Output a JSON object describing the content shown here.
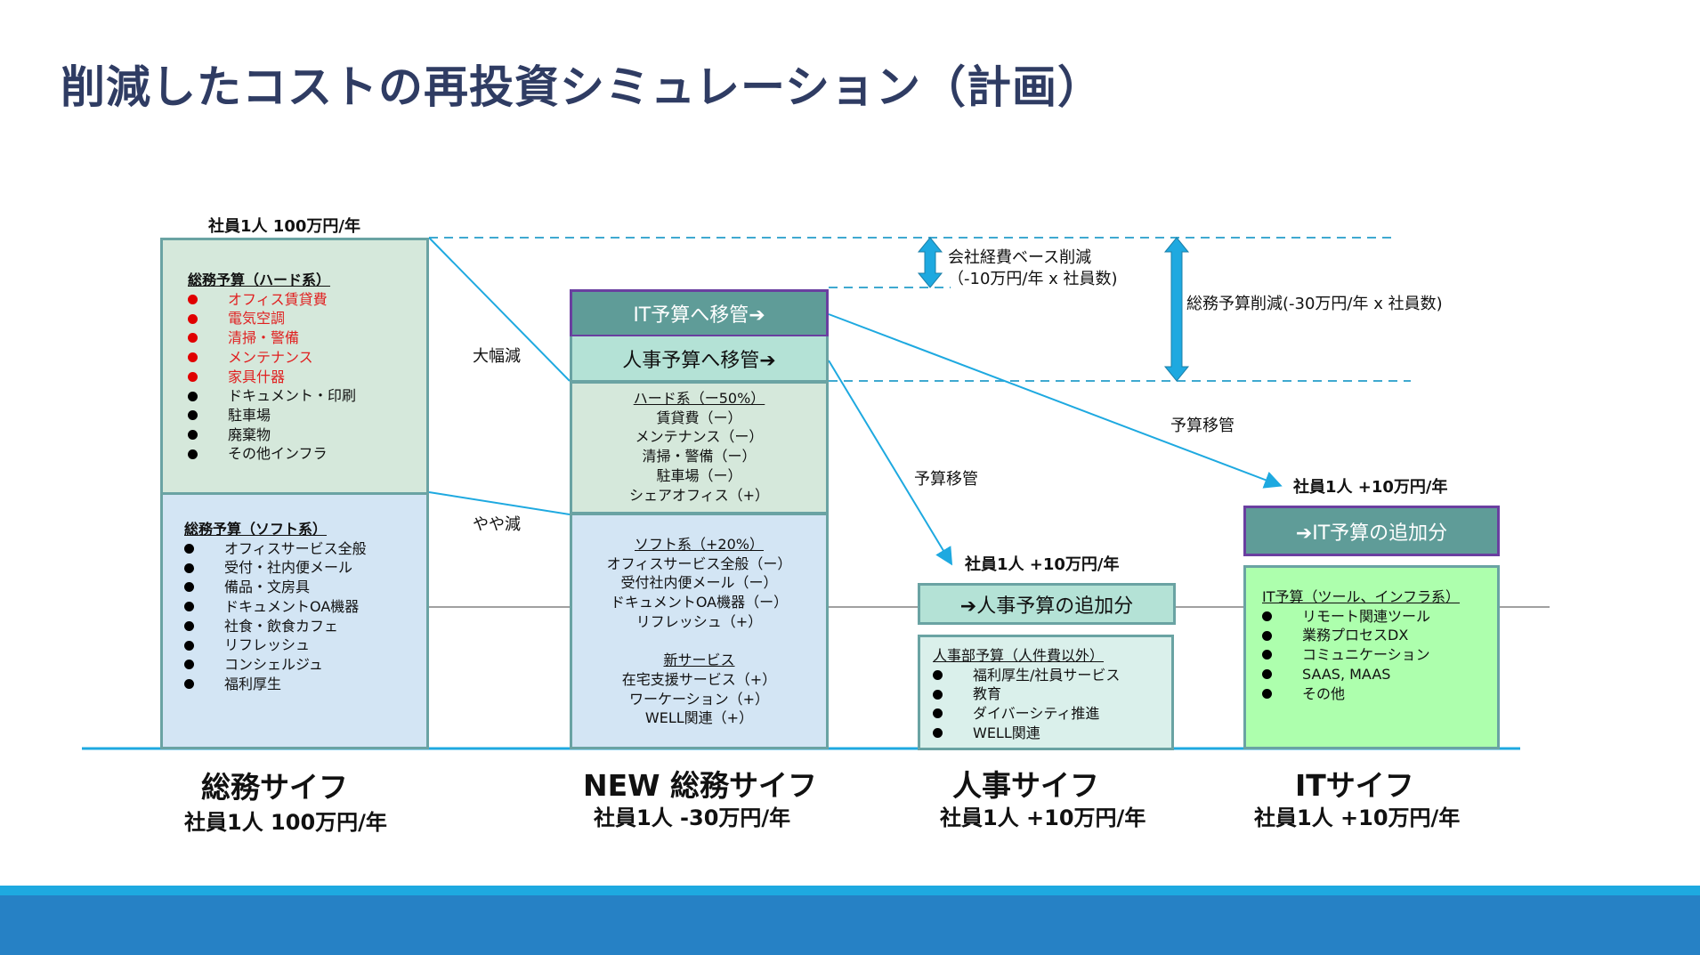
{
  "title": "削減したコストの再投資シミュレーション（計画）",
  "colors": {
    "title": "#2F3C63",
    "accent_line": "#1EA9E0",
    "band_dark": "#2681C5",
    "box_border": "#6AA3A3",
    "it_fill": "#5F9C98",
    "it_border": "#6A3FA0",
    "hard_fill": "#D5E8DB",
    "soft_fill": "#D3E5F4",
    "hr_fill": "#B4E2D6",
    "it_box_fill": "#ADFFAD",
    "highlight_red": "#E02020"
  },
  "top_label": "社員1人 100万円/年",
  "old_safe": {
    "hard": {
      "heading": "総務予算（ハード系）",
      "items": [
        {
          "label": "オフィス賃貸費",
          "highlight": true
        },
        {
          "label": "電気空調",
          "highlight": true
        },
        {
          "label": "清掃・警備",
          "highlight": true
        },
        {
          "label": "メンテナンス",
          "highlight": true
        },
        {
          "label": "家具什器",
          "highlight": true
        },
        {
          "label": "ドキュメント・印刷",
          "highlight": false
        },
        {
          "label": "駐車場",
          "highlight": false
        },
        {
          "label": "廃棄物",
          "highlight": false
        },
        {
          "label": "その他インフラ",
          "highlight": false
        }
      ]
    },
    "soft": {
      "heading": "総務予算（ソフト系）",
      "items": [
        "オフィスサービス全般",
        "受付・社内便メール",
        "備品・文房具",
        "ドキュメントOA機器",
        "社食・飲食カフェ",
        "リフレッシュ",
        "コンシェルジュ",
        "福利厚生"
      ]
    }
  },
  "transition_labels": {
    "big_cut": "大幅減",
    "small_cut": "やや減",
    "transfer_hr": "予算移管",
    "transfer_it": "予算移管"
  },
  "new_safe": {
    "it_move": "IT予算へ移管➔",
    "hr_move": "人事予算へ移管➔",
    "hard": {
      "heading": "ハード系（ー50%）",
      "items": [
        "賃貸費（ー）",
        "メンテナンス（ー）",
        "清掃・警備（ー）",
        "駐車場（ー）",
        "シェアオフィス（+）"
      ]
    },
    "soft": {
      "heading": "ソフト系（+20%）",
      "items": [
        "オフィスサービス全般（ー）",
        "受付社内便メール（ー）",
        "ドキュメントOA機器（ー）",
        "リフレッシュ（+）"
      ]
    },
    "new_services": {
      "heading": "新サービス",
      "items": [
        "在宅支援サービス（+）",
        "ワーケーション（+）",
        "WELL関連（+）"
      ]
    }
  },
  "reductions": {
    "company": {
      "line1": "会社経費ベース削減",
      "line2": "（-10万円/年 x 社員数)"
    },
    "ga": "総務予算削減(-30万円/年 x 社員数)"
  },
  "hr_safe": {
    "top_label": "社員1人 +10万円/年",
    "add_label": "➔人事予算の追加分",
    "heading": "人事部予算（人件費以外）",
    "items": [
      "福利厚生/社員サービス",
      "教育",
      "ダイバーシティ推進",
      "WELL関連"
    ]
  },
  "it_safe": {
    "top_label": "社員1人 +10万円/年",
    "add_label": "➔IT予算の追加分",
    "heading": "IT予算（ツール、インフラ系）",
    "items": [
      "リモート関連ツール",
      "業務プロセスDX",
      "コミュニケーション",
      "SAAS, MAAS",
      "その他"
    ]
  },
  "footers": [
    {
      "name": "総務サイフ",
      "sub": "社員1人 100万円/年"
    },
    {
      "name": "NEW 総務サイフ",
      "sub": "社員1人 -30万円/年"
    },
    {
      "name": "人事サイフ",
      "sub": "社員1人 +10万円/年"
    },
    {
      "name": "ITサイフ",
      "sub": "社員1人 +10万円/年"
    }
  ]
}
